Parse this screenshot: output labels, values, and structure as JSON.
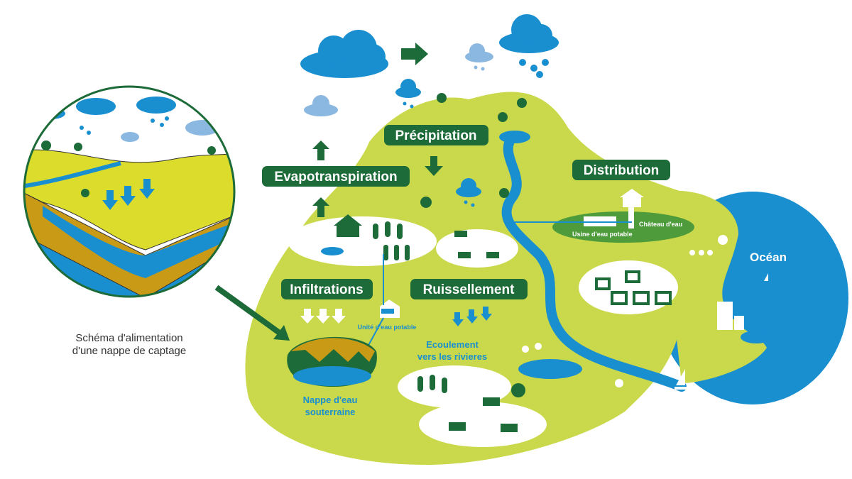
{
  "labels": {
    "precipitation": "Précipitation",
    "evapotranspiration": "Evapotranspiration",
    "distribution": "Distribution",
    "infiltrations": "Infiltrations",
    "ruissellement": "Ruissellement",
    "ocean": "Océan",
    "chateau_eau": "Château d'eau",
    "usine_eau": "Usine d'eau potable",
    "unite_eau": "Unité d'eau potable",
    "ecoulement_line1": "Ecoulement",
    "ecoulement_line2": "vers les rivieres",
    "nappe_line1": "Nappe d'eau",
    "nappe_line2": "souterraine"
  },
  "caption": {
    "line1": "Schéma d'alimentation",
    "line2": "d'une nappe de captage"
  },
  "colors": {
    "land": "#c9d94b",
    "dark_green": "#1d6b38",
    "water": "#1a8fd0",
    "light_cloud": "#8ab8e0",
    "soil": "#c99a16",
    "field_yellow": "#dcdc2c"
  }
}
